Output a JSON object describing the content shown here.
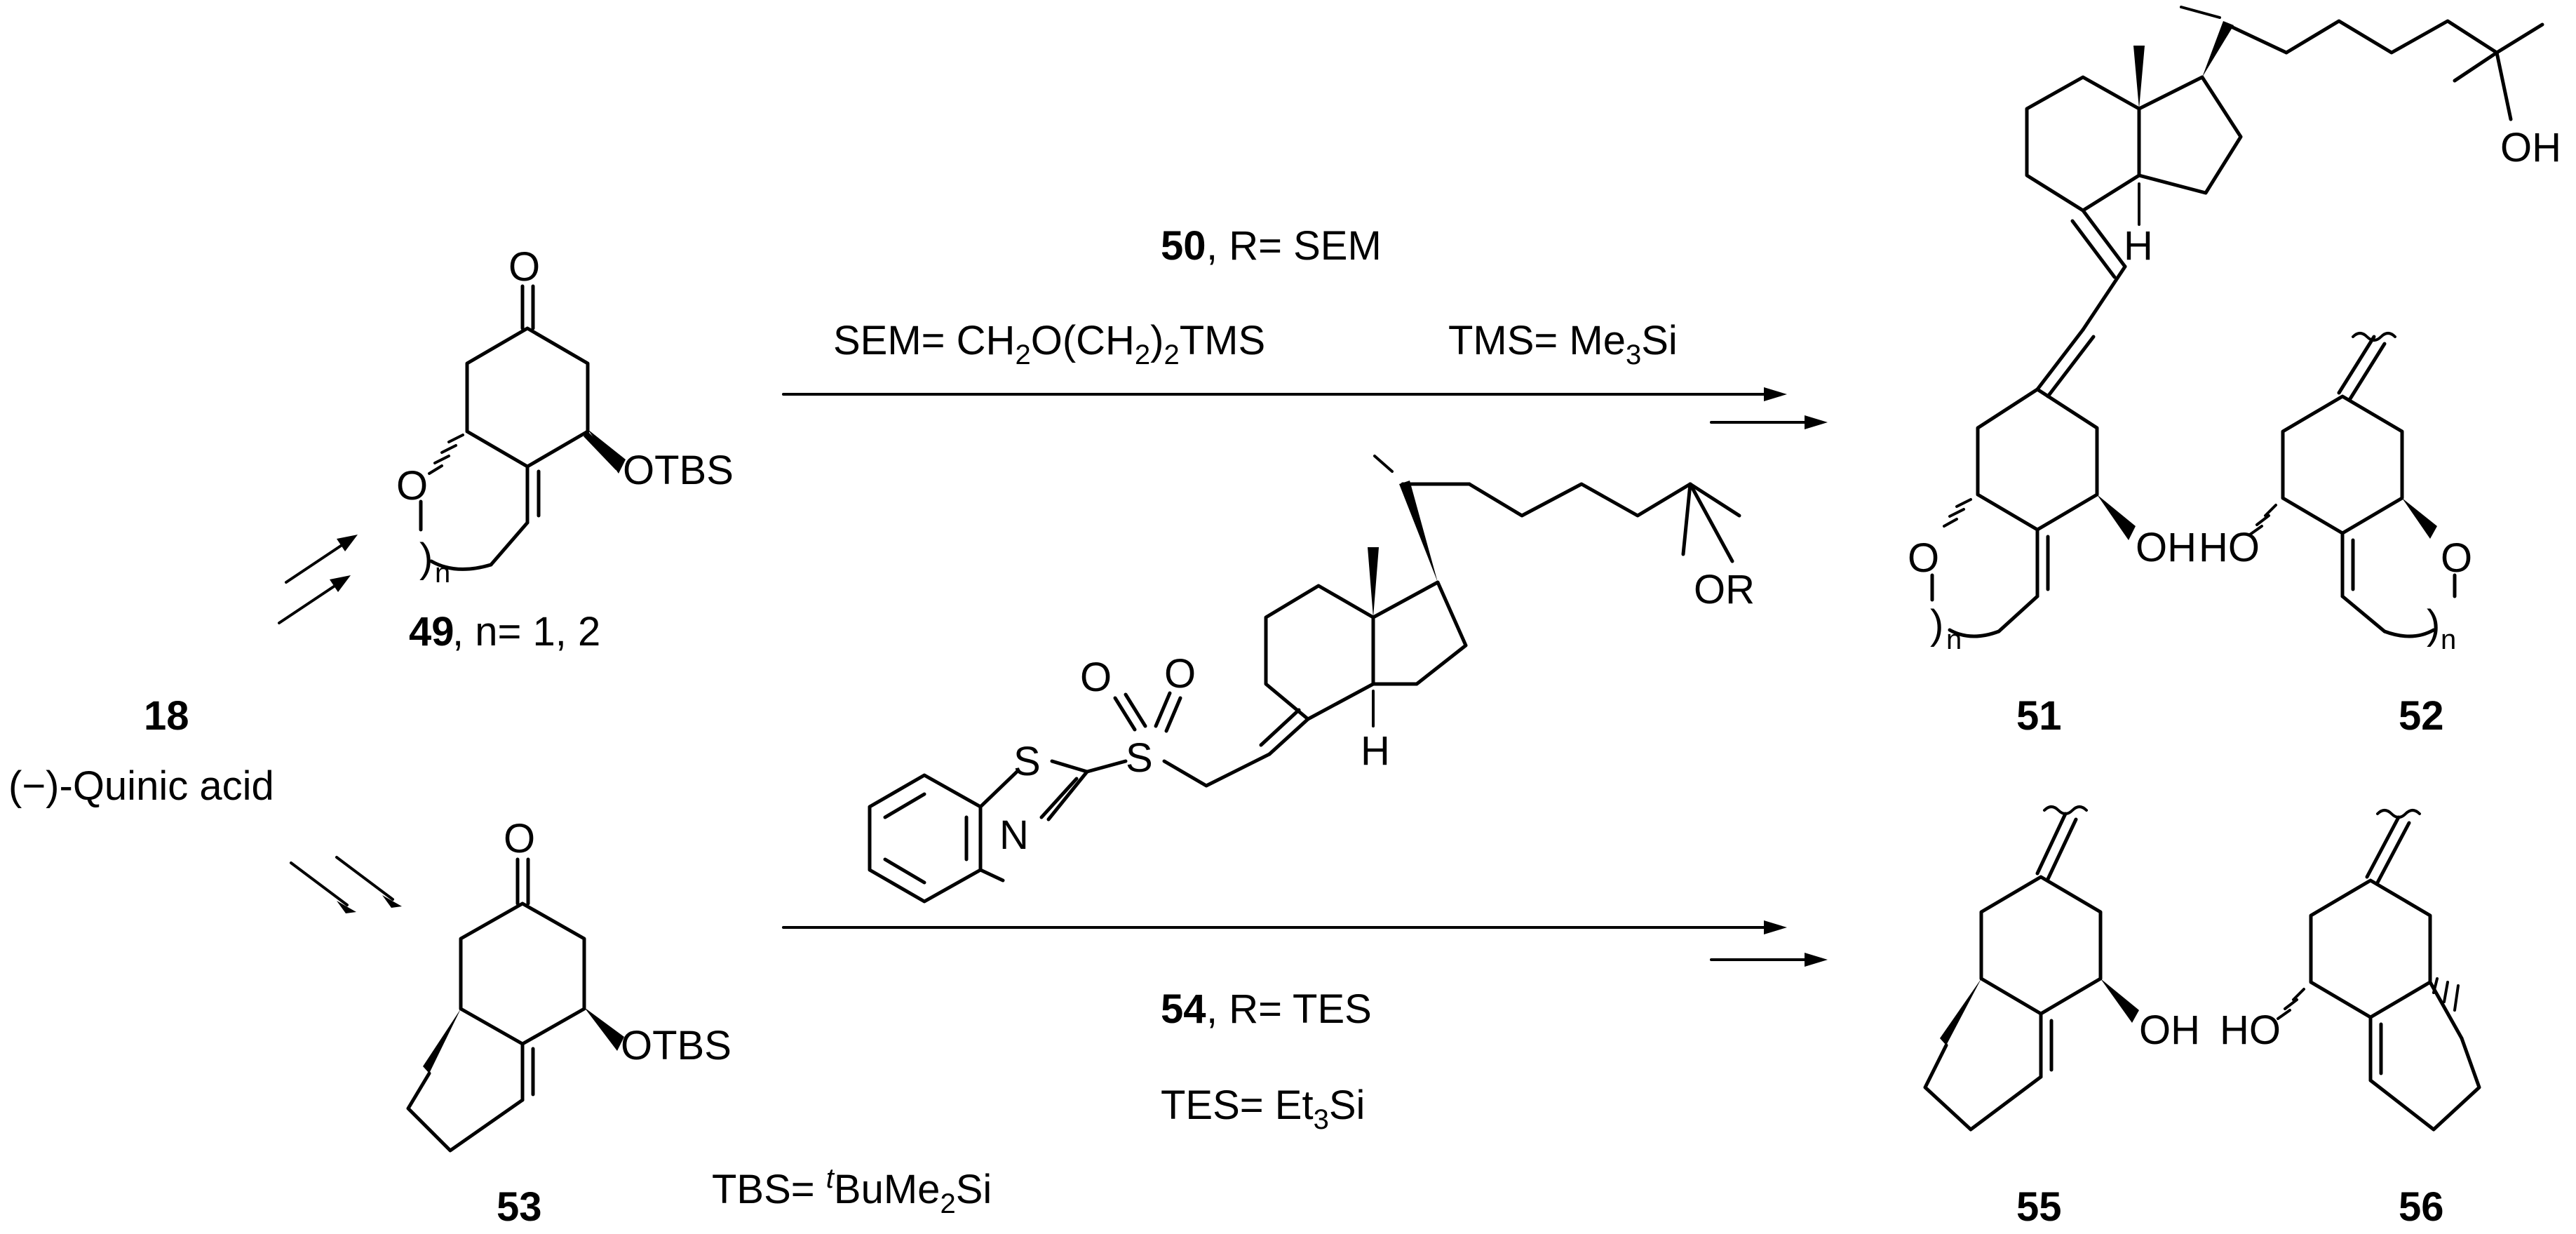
{
  "compounds": {
    "c18": {
      "number": "18",
      "name": "(−)-Quinic acid"
    },
    "c49": {
      "number": "49",
      "desc": ", n= 1, 2",
      "carbonyl": "O",
      "otbs": "OTBS",
      "ring_o": "O",
      "n": "n"
    },
    "c50": {
      "number": "50",
      "r_text": ", R= SEM",
      "s": "S",
      "o1": "O",
      "o2": "O",
      "ring_s": "S",
      "ring_n": "N",
      "h": "H",
      "or": "OR"
    },
    "c51": {
      "number": "51",
      "oh": "OH",
      "ring_o": "O",
      "n": "n",
      "h": "H",
      "side_oh": "OH"
    },
    "c52": {
      "number": "52",
      "ho": "HO",
      "ring_o": "O",
      "n": "n"
    },
    "c53": {
      "number": "53",
      "carbonyl": "O",
      "otbs": "OTBS"
    },
    "c54": {
      "number": "54",
      "r_text": ", R= TES"
    },
    "c55": {
      "number": "55",
      "oh": "OH"
    },
    "c56": {
      "number": "56",
      "ho": "HO"
    }
  },
  "definitions": {
    "sem": {
      "a": "SEM= CH",
      "s1": "2",
      "b": "O(CH",
      "s2": "2",
      "c": ")",
      "s3": "2",
      "d": "TMS"
    },
    "tms": {
      "a": "TMS= Me",
      "s1": "3",
      "b": "Si"
    },
    "tes": {
      "a": "TES= Et",
      "s1": "3",
      "b": "Si"
    },
    "tbs": {
      "a": "TBS= ",
      "sup": "t",
      "b": "BuMe",
      "s1": "2",
      "c": "Si"
    }
  }
}
